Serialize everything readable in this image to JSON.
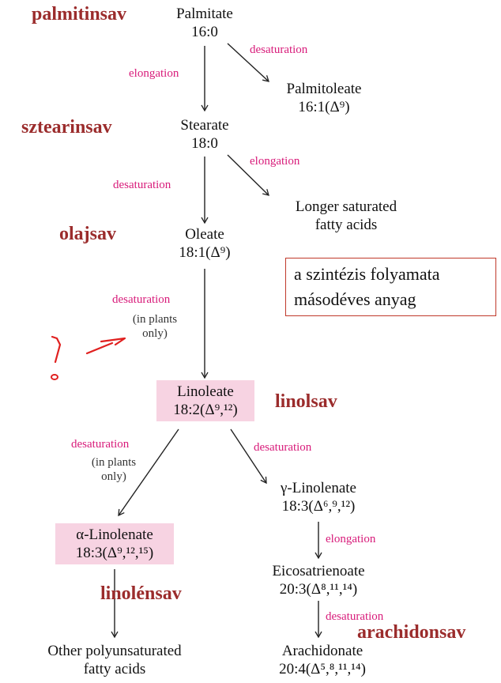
{
  "nodes": {
    "palmitate": {
      "name": "Palmitate",
      "formula": "16:0"
    },
    "palmitoleate": {
      "name": "Palmitoleate",
      "formula": "16:1(Δ⁹)"
    },
    "stearate": {
      "name": "Stearate",
      "formula": "18:0"
    },
    "longer": {
      "line1": "Longer saturated",
      "line2": "fatty acids"
    },
    "oleate": {
      "name": "Oleate",
      "formula": "18:1(Δ⁹)"
    },
    "linoleate": {
      "name": "Linoleate",
      "formula": "18:2(Δ⁹,¹²)"
    },
    "gamma_linolenate": {
      "name": "γ-Linolenate",
      "formula": "18:3(Δ⁶,⁹,¹²)"
    },
    "alpha_linolenate": {
      "name": "α-Linolenate",
      "formula": "18:3(Δ⁹,¹²,¹⁵)"
    },
    "eicosatrienoate": {
      "name": "Eicosatrienoate",
      "formula": "20:3(Δ⁸,¹¹,¹⁴)"
    },
    "arachidonate": {
      "name": "Arachidonate",
      "formula": "20:4(Δ⁵,⁸,¹¹,¹⁴)"
    },
    "other": {
      "line1": "Other polyunsaturated",
      "line2": "fatty acids"
    }
  },
  "arrow_labels": {
    "palm_desat": "desaturation",
    "palm_elong": "elongation",
    "stear_elong": "elongation",
    "stear_desat": "desaturation",
    "oleate_desat": "desaturation",
    "oleate_note1": "(in plants",
    "oleate_note2": "only)",
    "lin_left_desat": "desaturation",
    "lin_left_note1": "(in plants",
    "lin_left_note2": "only)",
    "lin_right_desat": "desaturation",
    "gamma_elong": "elongation",
    "eico_desat": "desaturation"
  },
  "hungarian": {
    "palmitinsav": "palmitinsav",
    "sztearinsav": "sztearinsav",
    "olajsav": "olajsav",
    "linolsav": "linolsav",
    "linolensav": "linolénsav",
    "arachidonsav": "arachidonsav"
  },
  "note_box": {
    "line1": "a szintézis folyamata",
    "line2": "másodéves anyag"
  },
  "annotation": {
    "symbol": "!"
  },
  "colors": {
    "arrow_label": "#d81b7a",
    "hungarian": "#9b2c2c",
    "highlight": "#f7d3e2",
    "box_border": "#c0392b",
    "scribble": "#e0201f"
  }
}
